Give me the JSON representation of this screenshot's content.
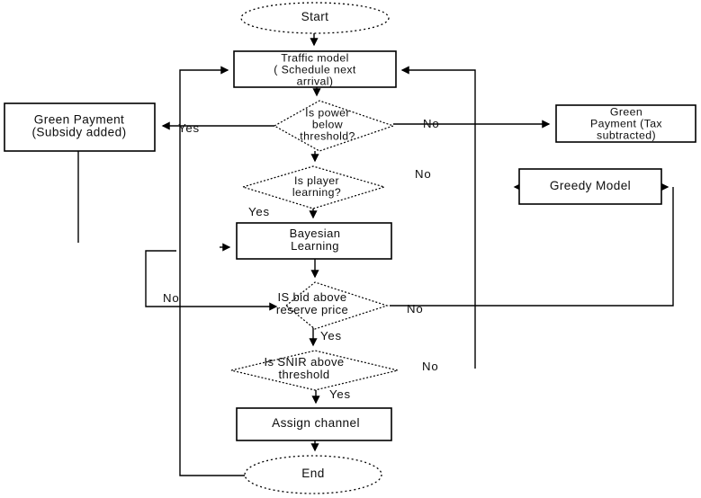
{
  "diagram_title": "Auction / green-payment channel assignment flowchart",
  "colors": {
    "stroke": "#000000",
    "background": "#ffffff",
    "text": "#0d0d0d"
  },
  "nodes": {
    "start": {
      "shape": "ellipse-dotted",
      "label": "Start"
    },
    "traffic_model": {
      "shape": "rect",
      "label": "Traffic model\n( Schedule next\narrival)"
    },
    "power_check": {
      "shape": "diamond-dotted",
      "label": "Is power\nbelow\nthreshold?"
    },
    "green_payment_subsidy": {
      "shape": "rect",
      "label": "Green Payment\n(Subsidy added)"
    },
    "green_payment_tax": {
      "shape": "rect",
      "label": "Green\nPayment (Tax\nsubtracted)"
    },
    "player_check": {
      "shape": "diamond-dotted",
      "label": "Is player\nlearning?"
    },
    "greedy_model": {
      "shape": "rect",
      "label": "Greedy Model"
    },
    "bayesian_learning": {
      "shape": "rect",
      "label": "Bayesian\nLearning"
    },
    "bid_check": {
      "shape": "diamond-dotted",
      "label": "IS bid above\nreserve price"
    },
    "snir_check": {
      "shape": "diamond-dotted",
      "label": "Is SNIR above\nthreshold"
    },
    "assign_channel": {
      "shape": "rect",
      "label": "Assign channel"
    },
    "end": {
      "shape": "ellipse-dotted",
      "label": "End"
    }
  },
  "edge_labels": {
    "power_yes": "Yes",
    "power_no": "No",
    "player_no": "No",
    "player_yes": "Yes",
    "bid_no_left": "No",
    "bid_no_right": "No",
    "bid_yes": "Yes",
    "snir_no": "No",
    "snir_yes": "Yes"
  }
}
